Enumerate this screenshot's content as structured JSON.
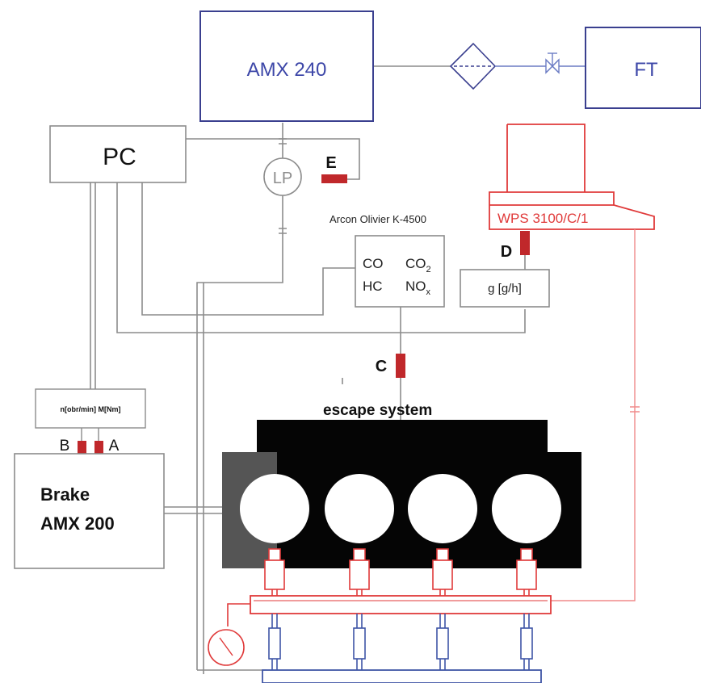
{
  "labels": {
    "amx240": "AMX 240",
    "ft": "FT",
    "pc": "PC",
    "lp": "LP",
    "marker_e": "E",
    "arcon": "Arcon Olivier K-4500",
    "co": "CO",
    "co2": "CO",
    "co2_sub": "2",
    "hc": "HC",
    "nox": "NO",
    "nox_sub": "x",
    "wps": "WPS 3100/C/1",
    "marker_d": "D",
    "flow": "g [g/h]",
    "marker_c": "C",
    "escape": "escape system",
    "speed_torque": "n[obr/min]  M[Nm]",
    "marker_b": "B",
    "marker_a": "A",
    "brake_line1": "Brake",
    "brake_line2": "AMX 200"
  },
  "colors": {
    "blue_box": "#3a3f8f",
    "blue_text": "#3d47a8",
    "gray_line": "#8c8c8c",
    "red_line": "#e03a3a",
    "sensor_red": "#c0282b",
    "engine_black": "#050505",
    "engine_gray": "#555555",
    "injector_blue": "#3f55a6"
  }
}
